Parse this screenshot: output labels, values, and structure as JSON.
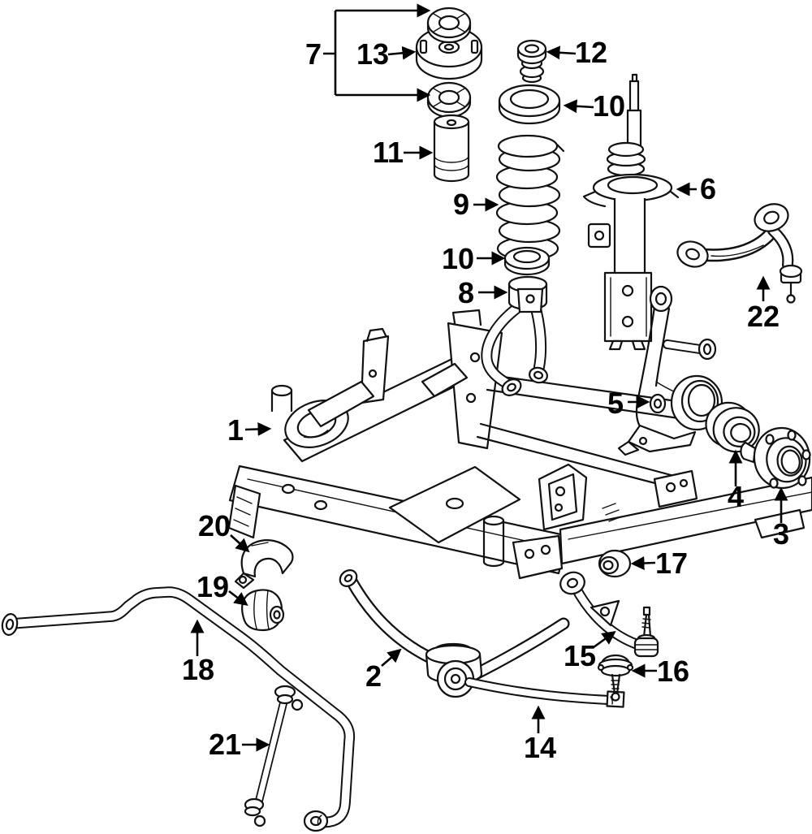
{
  "diagram": {
    "background_color": "#ffffff",
    "line_color": "#111111",
    "label_color": "#000000",
    "callouts": {
      "n1": "1",
      "n2": "2",
      "n3": "3",
      "n4": "4",
      "n5": "5",
      "n6": "6",
      "n7": "7",
      "n8": "8",
      "n9": "9",
      "n10a": "10",
      "n10b": "10",
      "n11": "11",
      "n12": "12",
      "n13": "13",
      "n14": "14",
      "n15": "15",
      "n16": "16",
      "n17": "17",
      "n18": "18",
      "n19": "19",
      "n20": "20",
      "n21": "21",
      "n22": "22"
    }
  }
}
